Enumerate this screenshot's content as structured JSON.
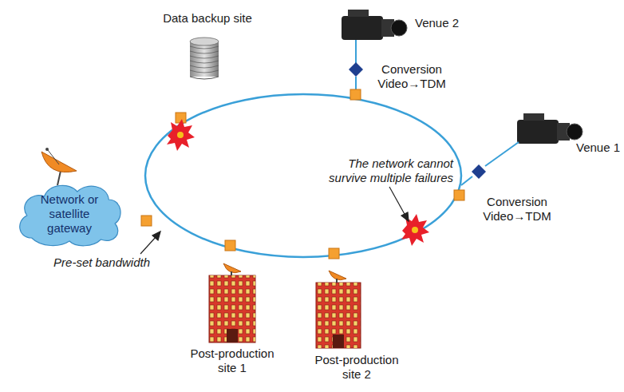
{
  "diagram": {
    "nodes": [
      {
        "text": [
          "Network or satellite gateway"
        ]
      }
    ],
    "labels": [
      "Data backup site",
      "Venue 2",
      "Conversion Video→TDM",
      "Venue 1",
      "Conversion Video→TDM",
      "The network cannot survive multiple failures",
      "Pre-set bandwidth",
      "Post-production site 1",
      "Post-production site 2"
    ]
  }
}
